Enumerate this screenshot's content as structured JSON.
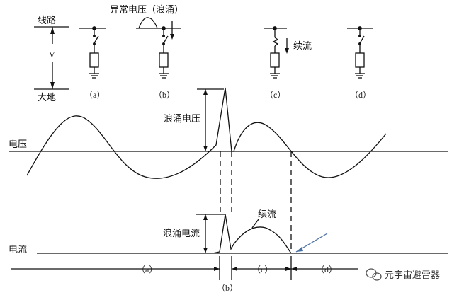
{
  "labels": {
    "line": "线路",
    "ground": "大地",
    "voltage_symbol": "V",
    "abnormal_voltage": "异常电压（浪涌）",
    "follow_current_top": "续流",
    "surge_voltage": "浪涌电压",
    "voltage_axis": "电压",
    "surge_current": "浪涌电流",
    "follow_current": "续流",
    "current_axis": "电流"
  },
  "stages_top": [
    "（a）",
    "（b）",
    "（c）",
    "（d）"
  ],
  "stages_bottom": [
    "（a）",
    "（b）",
    "（c）",
    "（d）"
  ],
  "watermark": "元宇宙避雷器",
  "colors": {
    "ink": "#111111",
    "arrow_blue": "#4a6fa5"
  }
}
